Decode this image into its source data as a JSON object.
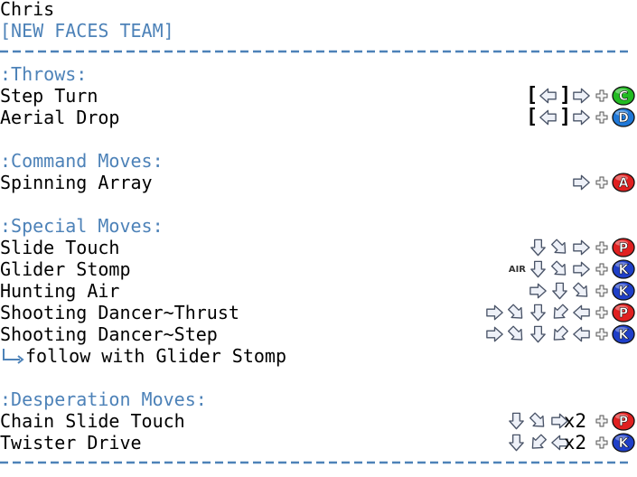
{
  "character": {
    "name": "Chris",
    "team": "[NEW FACES TEAM]"
  },
  "colors": {
    "heading": "#4d82b8",
    "button_A": "#e02020",
    "button_C": "#22bb22",
    "button_D": "#1f78d8",
    "button_P": "#e02020",
    "button_K": "#1f3fc8"
  },
  "sections": {
    "throws": ":Throws:",
    "command": ":Command Moves:",
    "special": ":Special Moves:",
    "desperation": ":Desperation Moves:"
  },
  "moves": [
    {
      "name": "Step Turn",
      "input": [
        "bracket-open",
        "left-arrow",
        "bracket-close",
        "right-arrow"
      ],
      "button": "C"
    },
    {
      "name": "Aerial Drop",
      "input": [
        "bracket-open",
        "left-arrow",
        "bracket-close",
        "right-arrow"
      ],
      "button": "D"
    },
    {
      "name": "Spinning Array",
      "input": [
        "right-arrow"
      ],
      "button": "A"
    },
    {
      "name": "Slide Touch",
      "input": [
        "down-arrow",
        "down-right-arrow",
        "right-arrow"
      ],
      "button": "P"
    },
    {
      "name": "Glider Stomp",
      "prefix": "AIR",
      "input": [
        "down-arrow",
        "down-right-arrow",
        "right-arrow"
      ],
      "button": "K"
    },
    {
      "name": "Hunting Air",
      "input": [
        "right-arrow",
        "down-arrow",
        "down-right-arrow"
      ],
      "button": "K"
    },
    {
      "name": "Shooting Dancer~Thrust",
      "input": [
        "right-arrow",
        "down-right-arrow",
        "down-arrow",
        "down-left-arrow",
        "left-arrow"
      ],
      "button": "P"
    },
    {
      "name": "Shooting Dancer~Step",
      "input": [
        "right-arrow",
        "down-right-arrow",
        "down-arrow",
        "down-left-arrow",
        "left-arrow"
      ],
      "button": "K"
    },
    {
      "name": "follow with Glider Stomp"
    },
    {
      "name": "Chain Slide Touch",
      "input": [
        "down-arrow",
        "down-right-arrow",
        "right-arrow"
      ],
      "repeat": "x2",
      "button": "P"
    },
    {
      "name": "Twister Drive",
      "input": [
        "down-arrow",
        "down-left-arrow",
        "left-arrow"
      ],
      "repeat": "x2",
      "button": "K"
    }
  ],
  "plus_icon": "plus-icon"
}
